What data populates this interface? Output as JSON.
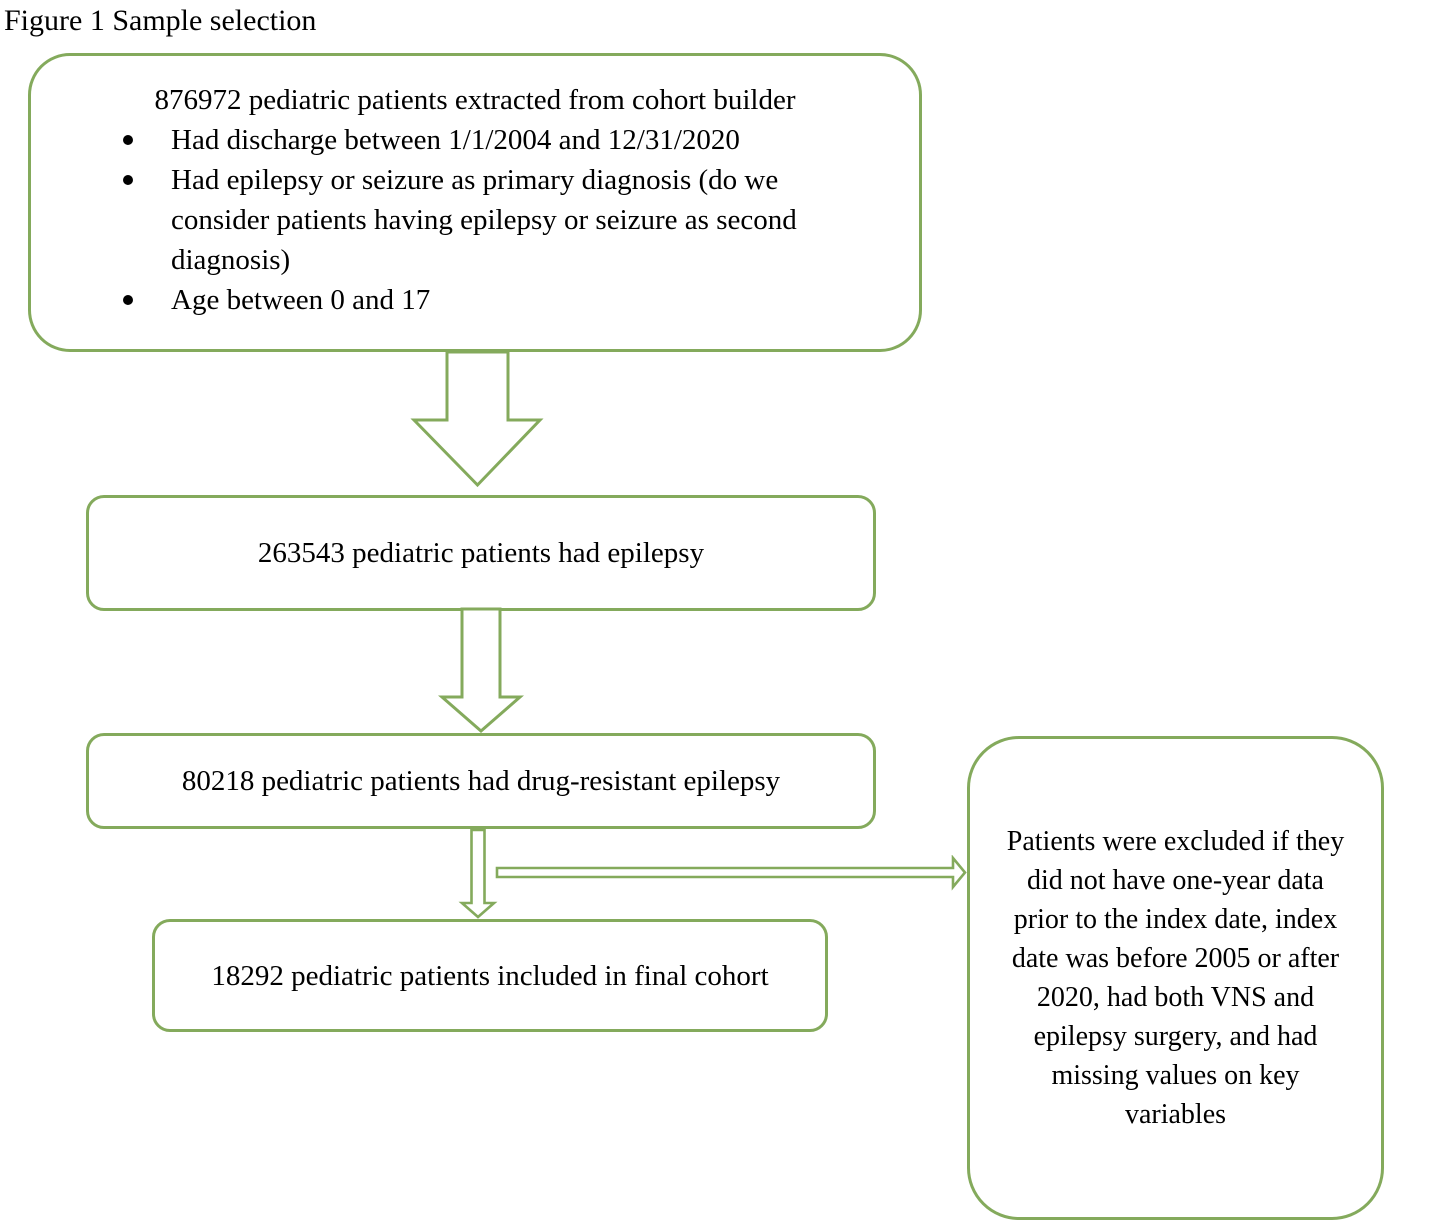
{
  "title": "Figure 1 Sample selection",
  "accent_color": "#84aa5c",
  "text_color": "#000000",
  "flow": {
    "box1": {
      "heading": "876972 pediatric patients extracted from cohort builder",
      "bullets": [
        "Had discharge between 1/1/2004 and 12/31/2020",
        "Had epilepsy or seizure as primary diagnosis (do we consider patients having epilepsy or seizure as second diagnosis)",
        "Age between 0 and 17"
      ]
    },
    "box2": {
      "text": "263543 pediatric patients had epilepsy"
    },
    "box3": {
      "text": "80218 pediatric patients had drug-resistant epilepsy"
    },
    "box4": {
      "text": "18292 pediatric patients included in final cohort"
    },
    "exclusion_box": {
      "text": "Patients were excluded if they did not have one-year data prior to the index date, index date was before 2005 or after 2020, had both VNS and epilepsy surgery, and had missing values on key variables"
    }
  },
  "connectors": [
    {
      "name": "down-arrow-large",
      "shape": "outlined block arrow, white fill, green stroke"
    },
    {
      "name": "down-arrow-medium",
      "shape": "outlined block arrow, white fill, green stroke"
    },
    {
      "name": "down-arrow-small",
      "shape": "outlined block arrow, white fill, green stroke"
    },
    {
      "name": "right-arrow-thin",
      "shape": "outlined thin arrow to exclusion box, white fill, green stroke"
    }
  ]
}
